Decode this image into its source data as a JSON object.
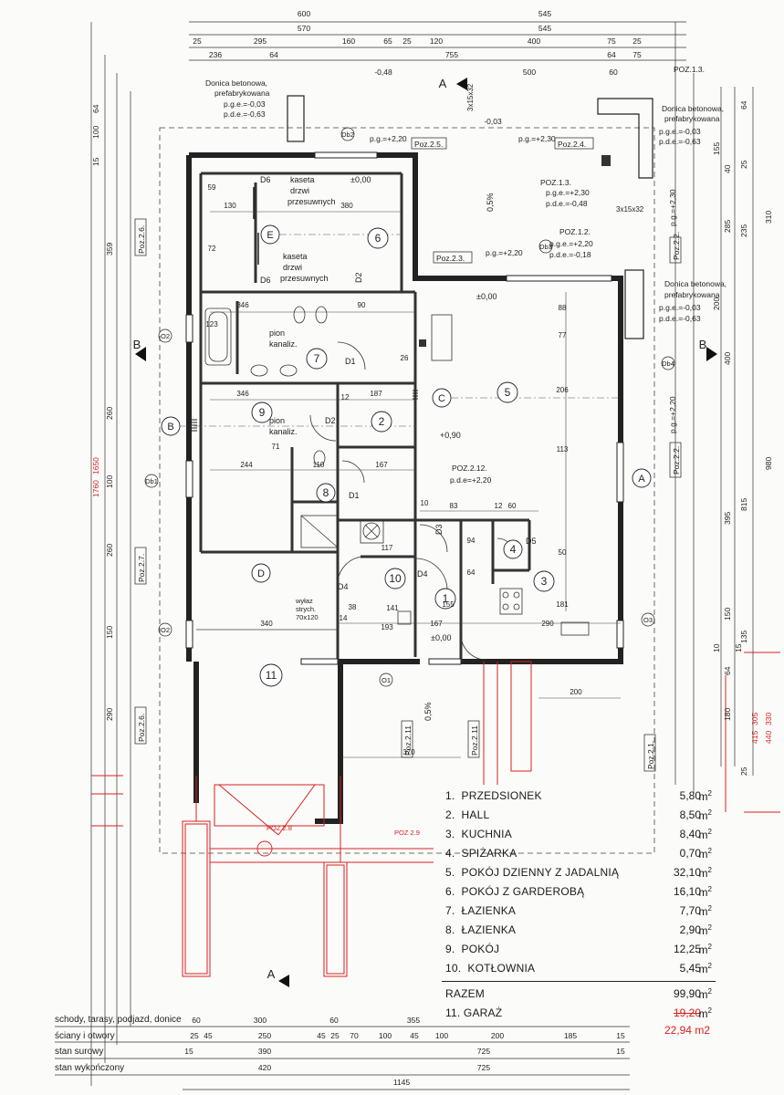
{
  "top_dims": {
    "row1": [
      "600",
      "545"
    ],
    "row2": [
      "570",
      "545"
    ],
    "row3": [
      "25",
      "295",
      "160",
      "65",
      "25",
      "120",
      "400",
      "75",
      "25"
    ],
    "row4": [
      "236",
      "64",
      "755",
      "64",
      "75"
    ],
    "row5": [
      "-0,48",
      "500",
      "60",
      "POZ.1.3."
    ],
    "section_a_top": "A",
    "marker_3x15x32": "3x15x32",
    "minus003": "-0,03"
  },
  "left_dims": [
    "64",
    "100",
    "15",
    "359",
    "260",
    "100",
    "260",
    "150",
    "290"
  ],
  "left_dims_total": "1650",
  "left_dims_red": "1760",
  "right_dims": [
    "64",
    "155",
    "40",
    "285",
    "200",
    "400",
    "395",
    "815",
    "980",
    "150",
    "135",
    "180",
    "64",
    "10",
    "15",
    "235",
    "310",
    "25",
    "25"
  ],
  "right_red": [
    "305",
    "330",
    "415",
    "440"
  ],
  "donica": [
    {
      "title": "Donica betonowa,",
      "sub": "prefabrykowana",
      "pge": "p.g.e.=-0,03",
      "pde": "p.d.e.=-0,63"
    },
    {
      "title": "Donica betonowa,",
      "sub": "prefabrykowana",
      "pge": "p.g.e.=-0,03",
      "pde": "p.d.e.=-0,63"
    },
    {
      "title": "Donica betonowa,",
      "sub": "prefabrykowana",
      "pge": "p.g.e.=-0,03",
      "pde": "p.d.e.=-0,63"
    }
  ],
  "rooms": {
    "r1": "1",
    "r2": "2",
    "r3": "3",
    "r4": "4",
    "r5": "5",
    "r6": "6",
    "r7": "7",
    "r8": "8",
    "r9": "9",
    "r10": "10",
    "r11": "11"
  },
  "axes": {
    "A": "A",
    "B": "B",
    "C": "C",
    "D": "D",
    "E": "E"
  },
  "labels": {
    "kaseta1": "kaseta",
    "drzwi1": "drzwi",
    "przesuwnych1": "przesuwnych",
    "kaseta2": "kaseta",
    "drzwi2": "drzwi",
    "przesuwnych2": "przesuwnych",
    "pion1": "pion",
    "kanaliz1": "kanaliz.",
    "pion2": "pion",
    "kanaliz2": "kanaliz.",
    "wylaz": "wyłaz",
    "strych": "strych.",
    "wylaz_dim": "70x120",
    "d6a": "D6",
    "d6b": "D6",
    "d1a": "D1",
    "d1b": "D1",
    "d2a": "D2",
    "d2b": "D2",
    "d3": "D3",
    "d4a": "D4",
    "d4b": "D4",
    "d5": "D5",
    "zero1": "±0,00",
    "zero2": "±0,00",
    "zero3": "±0,00",
    "plus090": "+0,90",
    "slope1": "0,5%",
    "slope2": "0,5%",
    "poz25": "Poz.2.5.",
    "poz24": "Poz.2.4.",
    "poz23": "Poz.2.3.",
    "poz13": "POZ.1.3.",
    "poz12": "POZ.1.2.",
    "poz212": "POZ.2.12.",
    "poz22a": "Poz.2.2.",
    "poz22b": "Poz.2.2.",
    "poz26a": "Poz.2.6.",
    "poz26b": "Poz.2.6.",
    "poz27": "Poz.2.7.",
    "poz211a": "Poz.2.11",
    "poz211b": "Poz.2.11",
    "poz21": "Poz.2.1.",
    "poz28": "POZ 2.8",
    "poz29": "POZ 2.9",
    "pge230": "p.g.e.=+2,30",
    "pge220": "p.g.=+2,20",
    "pde048": "p.d.e.=-0,48",
    "pge220b": "p.g.e.=+2,20",
    "pde018": "p.d.e.=-0,18",
    "pde220": "p.d.e=+2,20",
    "pg230": "p.g.=+2,30",
    "pg220c": "p.g.=+2,20",
    "pg220d": "p.g.=+2,20",
    "three15x32": "3x15x32"
  },
  "window_tags": {
    "o2a": "O2",
    "o2b": "O2",
    "db1": "Db1",
    "db2": "Db2",
    "db3": "Db3",
    "db4": "Db4",
    "o1": "O1",
    "o3": "O3"
  },
  "interior_dims": [
    "130",
    "380",
    "346",
    "346",
    "187",
    "244",
    "71",
    "110",
    "167",
    "10",
    "83",
    "60",
    "12",
    "26",
    "141",
    "193",
    "167",
    "340",
    "290",
    "200",
    "370",
    "88",
    "77",
    "206",
    "113",
    "59",
    "72",
    "123",
    "90",
    "155",
    "64",
    "94",
    "50",
    "181",
    "38",
    "14",
    "117",
    "12"
  ],
  "room_table": {
    "items": [
      {
        "no": "1.",
        "name": "PRZEDSIONEK",
        "area": "5,80",
        "unit": "m"
      },
      {
        "no": "2.",
        "name": "HALL",
        "area": "8,50",
        "unit": "m"
      },
      {
        "no": "3.",
        "name": "KUCHNIA",
        "area": "8,40",
        "unit": "m"
      },
      {
        "no": "4.",
        "name": "SPIŻARKA",
        "area": "0,70",
        "unit": "m"
      },
      {
        "no": "5.",
        "name": "POKÓJ DZIENNY Z JADALNIĄ",
        "area": "32,10",
        "unit": "m"
      },
      {
        "no": "6.",
        "name": "POKÓJ Z GARDEROBĄ",
        "area": "16,10",
        "unit": "m"
      },
      {
        "no": "7.",
        "name": "ŁAZIENKA",
        "area": "7,70",
        "unit": "m"
      },
      {
        "no": "8.",
        "name": "ŁAZIENKA",
        "area": "2,90",
        "unit": "m"
      },
      {
        "no": "9.",
        "name": "POKÓJ",
        "area": "12,25",
        "unit": "m"
      },
      {
        "no": "10.",
        "name": "KOTŁOWNIA",
        "area": "5,45",
        "unit": "m"
      }
    ],
    "total_label": "RAZEM",
    "total_area": "99,90",
    "total_unit": "m",
    "garage_label": "11. GARAŻ",
    "garage_area_old": "19,20",
    "garage_unit": "m",
    "garage_area_new": "22,94 m2",
    "sup": "2"
  },
  "bottom": {
    "rows": [
      {
        "label": "schody, tarasy, podjazd, donice",
        "dims": [
          "60",
          "300",
          "60",
          "355"
        ]
      },
      {
        "label": "ściany i otwory",
        "dims": [
          "25",
          "45",
          "250",
          "45",
          "25",
          "70",
          "100",
          "45",
          "100",
          "200",
          "185",
          "15"
        ]
      },
      {
        "label": "stan surowy",
        "dims": [
          "15",
          "390",
          "725",
          "15"
        ]
      },
      {
        "label": "stan wykończony",
        "dims": [
          "420",
          "725"
        ]
      }
    ],
    "total": "1145",
    "section_a_bottom": "A"
  },
  "colors": {
    "line": "#2a2a2a",
    "red": "#d92020",
    "paper": "#fbfbf9"
  }
}
